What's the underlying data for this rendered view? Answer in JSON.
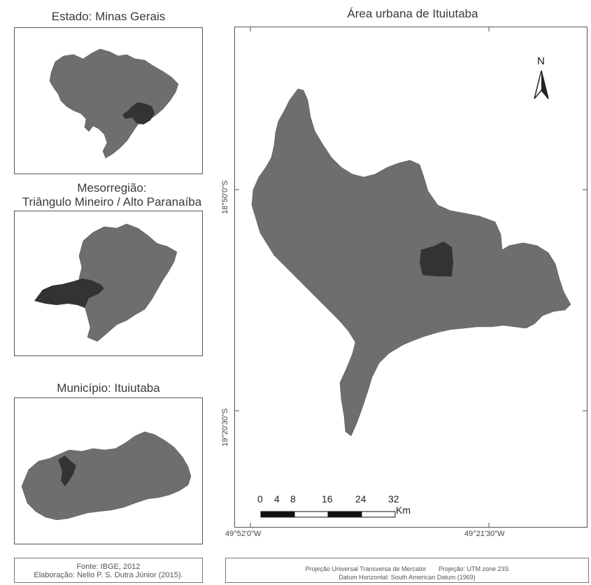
{
  "inset_state": {
    "title": "Estado: Minas Gerais"
  },
  "inset_meso": {
    "title_line1": "Mesorregião:",
    "title_line2": "Triângulo Mineiro / Alto Paranaíba"
  },
  "inset_municipio": {
    "title": "Município: Ituiutaba"
  },
  "main_map": {
    "title": "Área urbana de Ituiutaba",
    "north_label": "N",
    "lat_top": "18°50'0\"S",
    "lat_bottom": "19°20'30\"S",
    "lon_left": "49°52'0\"W",
    "lon_right": "49°21'30\"W",
    "scale_labels": [
      "0",
      "4",
      "8",
      "16",
      "24",
      "32"
    ],
    "scale_unit": "Km"
  },
  "source_box": {
    "line1": "Fonte: IBGE, 2012",
    "line2": "Elaboração: Nelio P. S. Dutra Júnior (2015)."
  },
  "projection_box": {
    "line1": "Projeção Universal Transversa de Mercator       Projeção: UTM zone 23S",
    "line2": "Datum Horizontal: South American Datum (1969)"
  },
  "colors": {
    "region_fill": "#6e6e6e",
    "highlight_fill": "#333333",
    "frame": "#555555"
  }
}
